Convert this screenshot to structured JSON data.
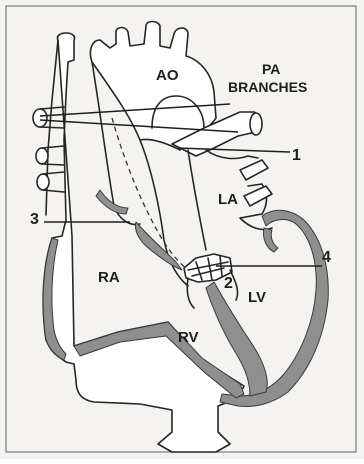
{
  "labels": {
    "ao": "AO",
    "pa_line1": "PA",
    "pa_line2": "BRANCHES",
    "la": "LA",
    "ra": "RA",
    "rv": "RV",
    "lv": "LV",
    "marker_1": "1",
    "marker_2": "2",
    "marker_3": "3",
    "marker_4": "4"
  },
  "colors": {
    "background": "#f4f3f0",
    "outline": "#262626",
    "muscle_wall": "#8f8f8f"
  }
}
